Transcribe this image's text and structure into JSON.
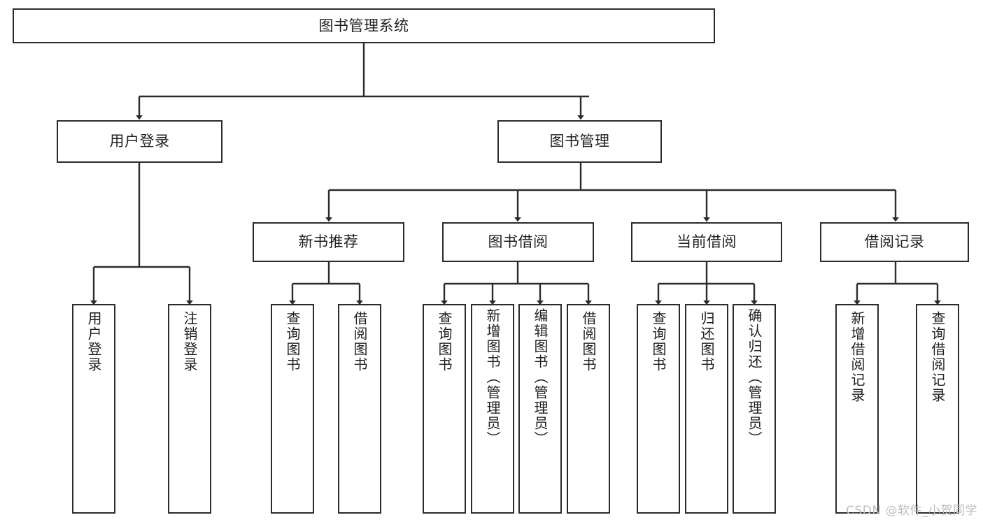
{
  "diagram": {
    "title": "图书管理系统",
    "type": "tree-hierarchy-chart",
    "colors": {
      "background": "#ffffff",
      "box_border": "#2b2b2b",
      "box_fill": "#ffffff",
      "edge": "#2b2b2b",
      "text": "#1f1f1f",
      "watermark": "#bdbdbd"
    },
    "root": {
      "label": "图书管理系统"
    },
    "level2": [
      {
        "label": "用户登录"
      },
      {
        "label": "图书管理"
      }
    ],
    "level3": [
      {
        "label": "新书推荐"
      },
      {
        "label": "图书借阅"
      },
      {
        "label": "当前借阅"
      },
      {
        "label": "借阅记录"
      }
    ],
    "leaves": {
      "user_login": [
        {
          "label": "用户登录"
        },
        {
          "label": "注销登录"
        }
      ],
      "new_book": [
        {
          "label": "查询图书"
        },
        {
          "label": "借阅图书"
        }
      ],
      "book_borrow": [
        {
          "label": "查询图书"
        },
        {
          "label": "新增图书（管理员）"
        },
        {
          "label": "编辑图书（管理员）"
        },
        {
          "label": "借阅图书"
        }
      ],
      "current_borrow": [
        {
          "label": "查询图书"
        },
        {
          "label": "归还图书"
        },
        {
          "label": "确认归还（管理员）"
        }
      ],
      "borrow_record": [
        {
          "label": "新增借阅记录"
        },
        {
          "label": "查询借阅记录"
        }
      ]
    },
    "watermark": "CSDN @软件_小贺同学"
  }
}
